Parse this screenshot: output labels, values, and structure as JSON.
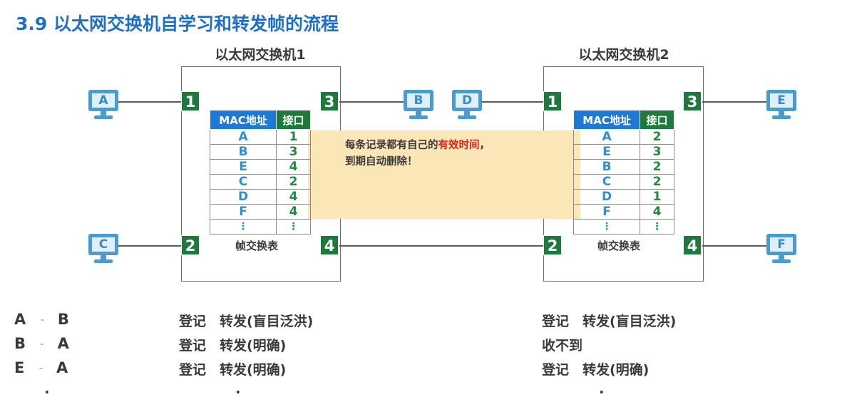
{
  "title": "3.9 以太网交换机自学习和转发帧的流程",
  "switches": [
    {
      "label": "以太网交换机1",
      "table_caption": "帧交换表",
      "header": {
        "mac": "MAC地址",
        "port": "接口"
      },
      "rows": [
        {
          "mac": "A",
          "port": "1"
        },
        {
          "mac": "B",
          "port": "3"
        },
        {
          "mac": "E",
          "port": "4"
        },
        {
          "mac": "C",
          "port": "2"
        },
        {
          "mac": "D",
          "port": "4"
        },
        {
          "mac": "F",
          "port": "4"
        }
      ],
      "ellipsis": "⋮",
      "ports": [
        "1",
        "2",
        "3",
        "4"
      ]
    },
    {
      "label": "以太网交换机2",
      "table_caption": "帧交换表",
      "header": {
        "mac": "MAC地址",
        "port": "接口"
      },
      "rows": [
        {
          "mac": "A",
          "port": "2"
        },
        {
          "mac": "E",
          "port": "3"
        },
        {
          "mac": "B",
          "port": "2"
        },
        {
          "mac": "C",
          "port": "2"
        },
        {
          "mac": "D",
          "port": "1"
        },
        {
          "mac": "F",
          "port": "4"
        }
      ],
      "ellipsis": "⋮",
      "ports": [
        "1",
        "2",
        "3",
        "4"
      ]
    }
  ],
  "hosts": {
    "A": "A",
    "B": "B",
    "C": "C",
    "D": "D",
    "E": "E",
    "F": "F"
  },
  "note": {
    "line1_pre": "每条记录都有自己的",
    "line1_highlight": "有效时间",
    "line1_post": "，",
    "line2": "到期自动删除！"
  },
  "frames": [
    {
      "src": "A",
      "dst": "B",
      "sw1": "登记　转发(盲目泛洪)",
      "sw2": "登记　转发(盲目泛洪)"
    },
    {
      "src": "B",
      "dst": "A",
      "sw1": "登记　转发(明确)",
      "sw2": "收不到"
    },
    {
      "src": "E",
      "dst": "A",
      "sw1": "登记　转发(明确)",
      "sw2": "登记　转发(明确)"
    }
  ],
  "continuation": "·",
  "colors": {
    "title": "#1f6fc7",
    "port": "#1e7a3c",
    "mac_header": "#1e78d6",
    "highlight_band": "#fbe6b8",
    "emphasis": "#e2231a",
    "host": "#4a9bd0"
  },
  "icons": {
    "host": "computer-monitor-icon",
    "arrow": "right-arrow-icon"
  }
}
